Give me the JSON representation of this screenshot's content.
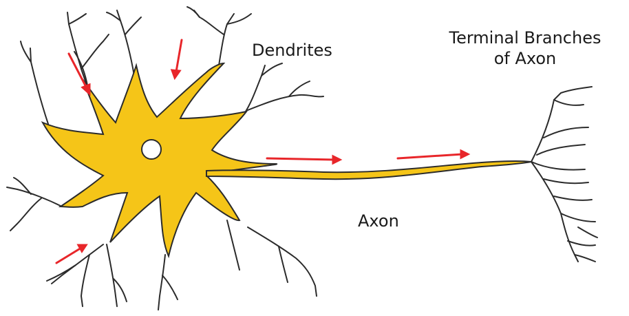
{
  "labels": {
    "dendrites": "Dendrites",
    "terminal_line1": "Terminal Branches",
    "terminal_line2": "of Axon",
    "axon": "Axon"
  },
  "colors": {
    "cell_fill": "#f5c518",
    "outline": "#2b2b2b",
    "arrow": "#e8262a",
    "nucleus": "#ffffff"
  },
  "icons": {
    "signal_arrow": "red-arrow"
  }
}
